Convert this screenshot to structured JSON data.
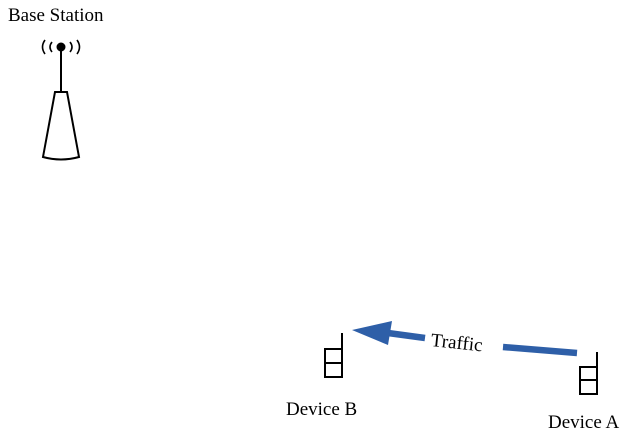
{
  "base_station": {
    "label": "Base Station",
    "icon": "base-station-antenna-icon"
  },
  "devices": [
    {
      "id": "device-b",
      "label": "Device B",
      "icon": "mobile-device-icon"
    },
    {
      "id": "device-a",
      "label": "Device A",
      "icon": "mobile-device-icon"
    }
  ],
  "traffic": {
    "label": "Traffic",
    "from": "Device A",
    "to": "Device B",
    "color": "#2e5fa8"
  }
}
